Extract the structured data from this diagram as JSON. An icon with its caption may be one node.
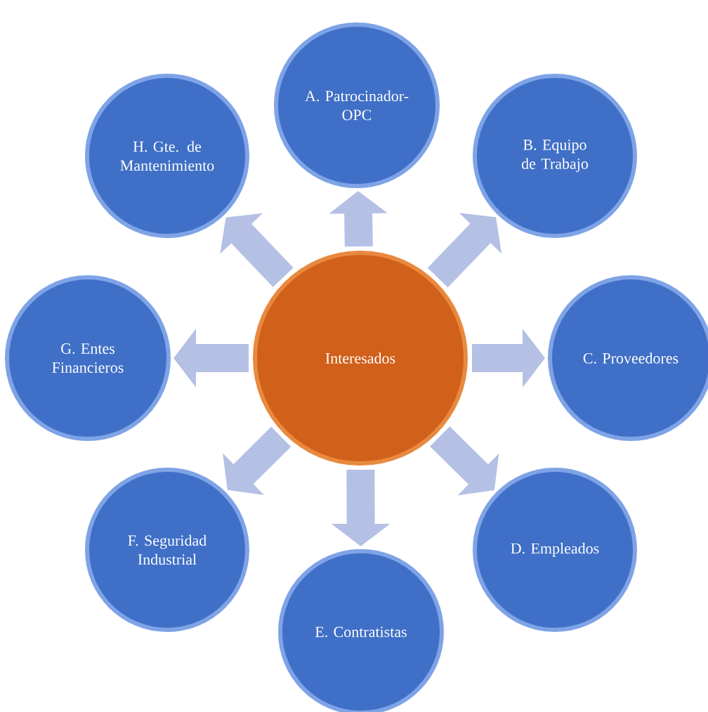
{
  "diagram": {
    "nodes": [
      {
        "text": [
          "Interesados"
        ]
      },
      {
        "text": [
          "A. Patrocinador-OPC"
        ]
      },
      {
        "text": [
          "B. Equipo de Trabajo"
        ]
      },
      {
        "text": [
          "C. Proveedores"
        ]
      },
      {
        "text": [
          "D. Empleados"
        ]
      },
      {
        "text": [
          "E. Contratistas"
        ]
      },
      {
        "text": [
          "F. Seguridad Industrial"
        ]
      },
      {
        "text": [
          "G. Entes Financieros"
        ]
      },
      {
        "text": [
          "H. Gte. de Mantenimiento"
        ]
      }
    ],
    "edges": [
      {
        "from": 0,
        "to": 1,
        "arrow": "to"
      },
      {
        "from": 0,
        "to": 2,
        "arrow": "to"
      },
      {
        "from": 0,
        "to": 3,
        "arrow": "to"
      },
      {
        "from": 0,
        "to": 4,
        "arrow": "to"
      },
      {
        "from": 0,
        "to": 5,
        "arrow": "to"
      },
      {
        "from": 0,
        "to": 6,
        "arrow": "to"
      },
      {
        "from": 0,
        "to": 7,
        "arrow": "to"
      },
      {
        "from": 0,
        "to": 8,
        "arrow": "to"
      }
    ]
  }
}
